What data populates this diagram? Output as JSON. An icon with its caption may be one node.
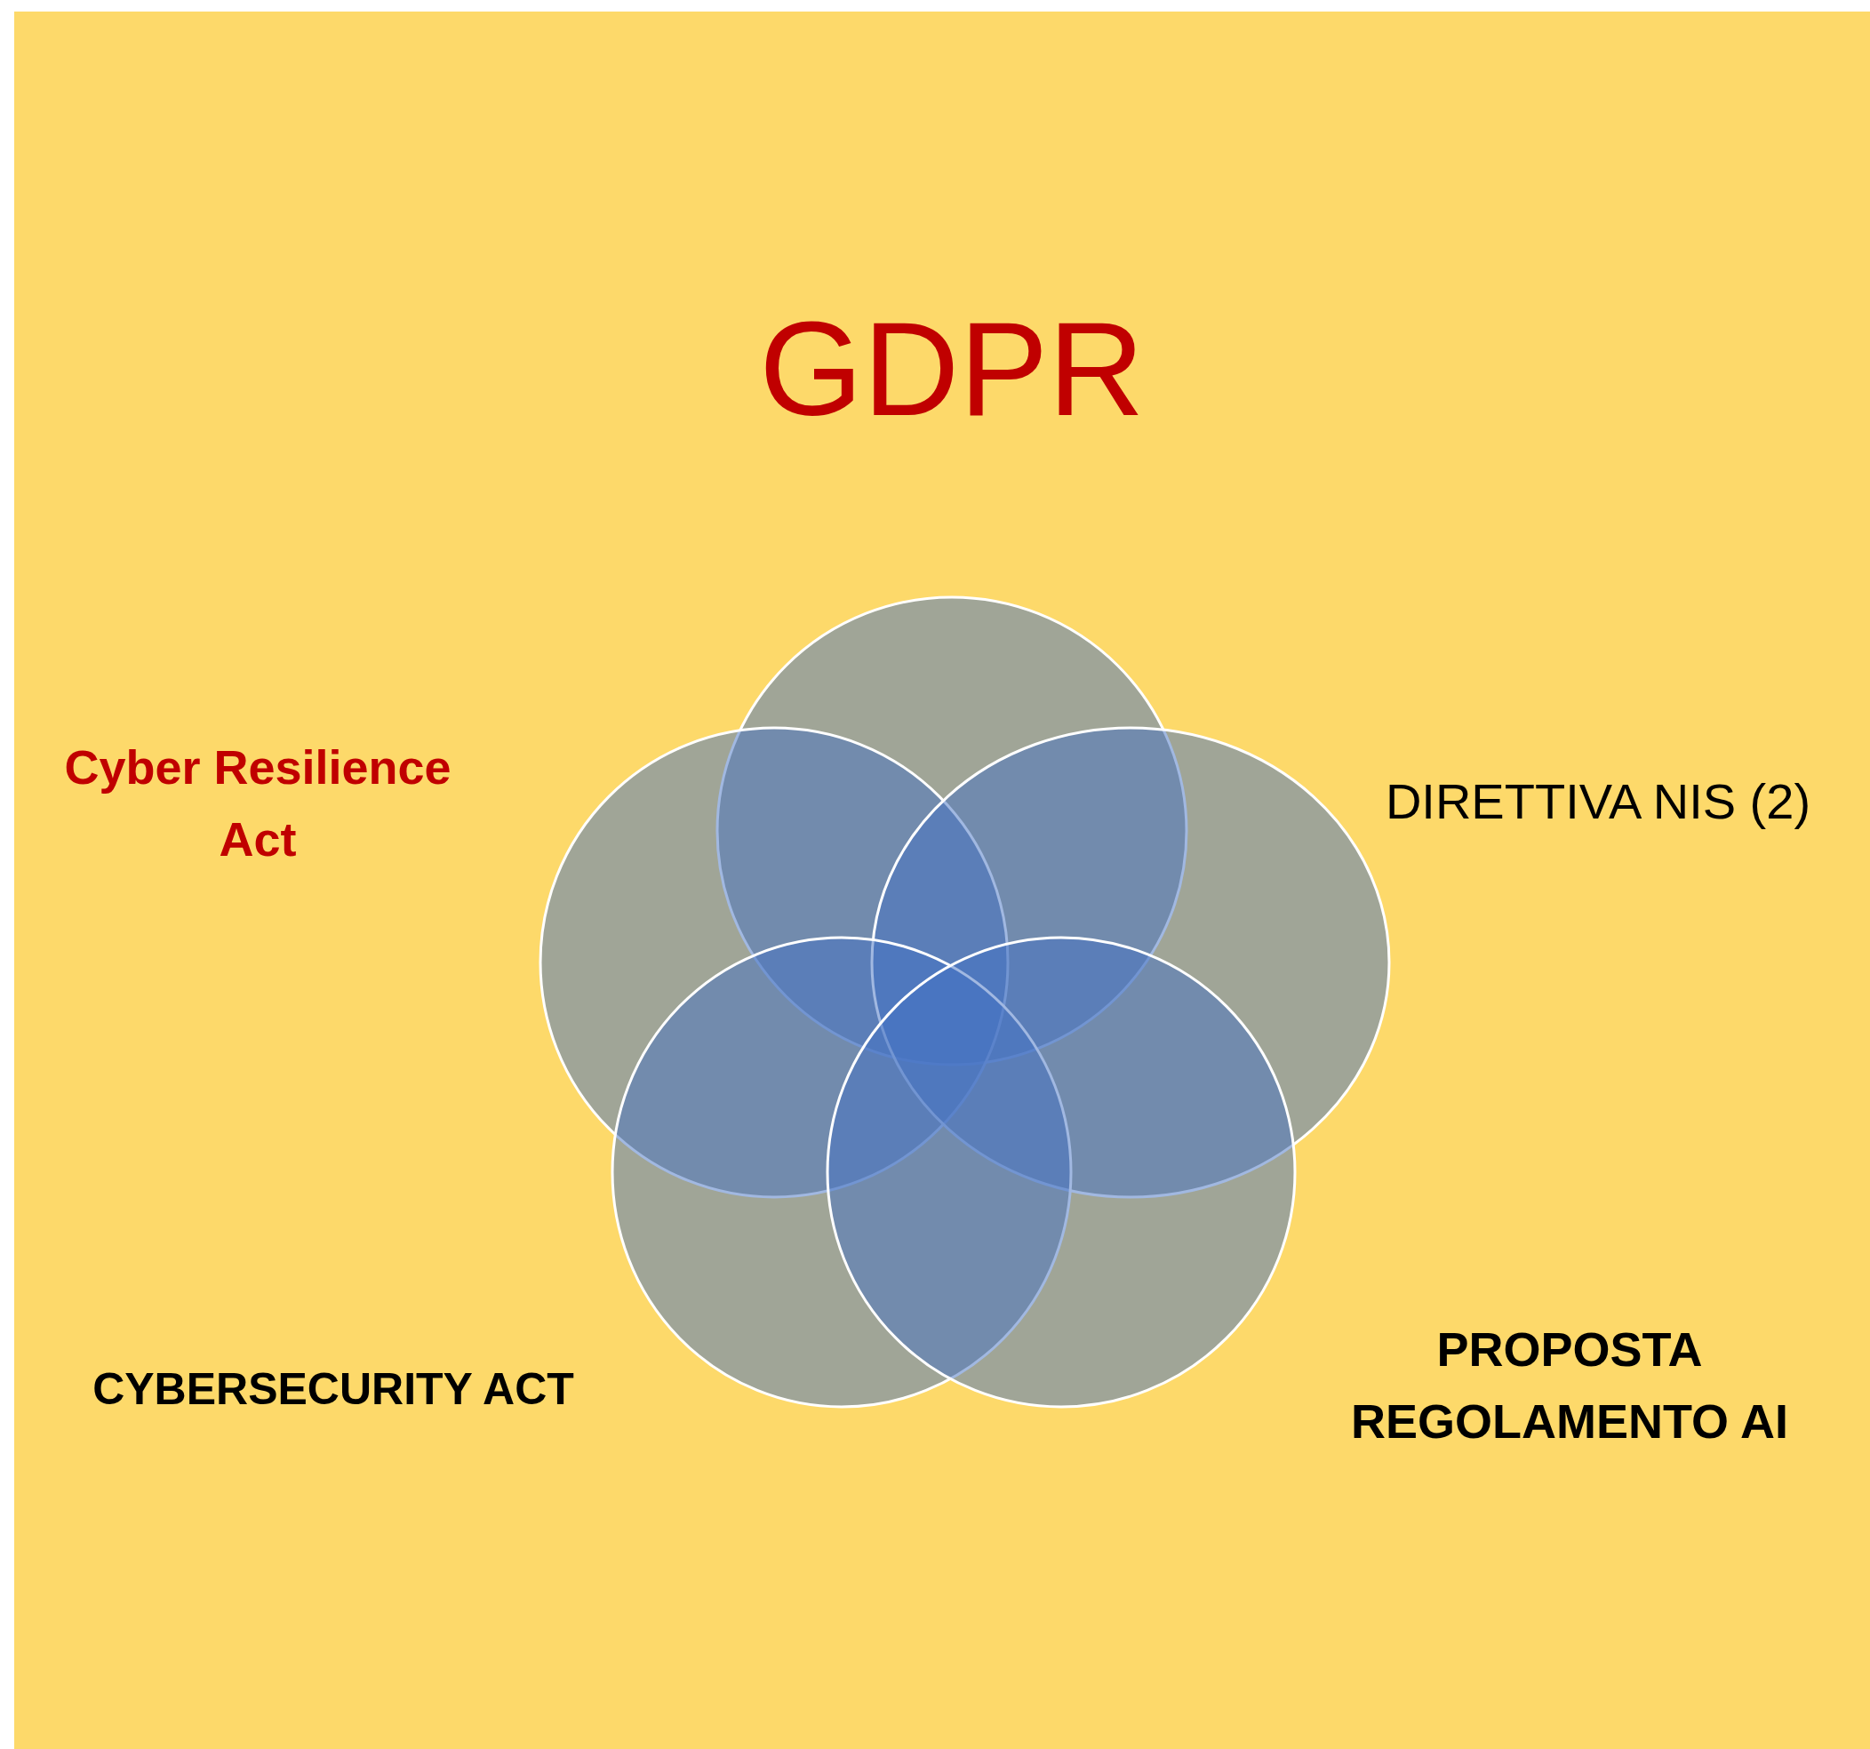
{
  "diagram": {
    "nodes": [
      {
        "text": [],
        "shape": "circle"
      },
      {
        "text": [],
        "shape": "circle"
      },
      {
        "text": [],
        "shape": "circle"
      },
      {
        "text": [],
        "shape": "circle"
      },
      {
        "text": [],
        "shape": "circle"
      }
    ],
    "edges": [],
    "labels": [
      "GDPR",
      "Cyber Resilience Act",
      "DIRETTIVA NIS (2)",
      "CYBERSECURITY ACT",
      "PROPOSTA REGOLAMENTO AI"
    ]
  }
}
